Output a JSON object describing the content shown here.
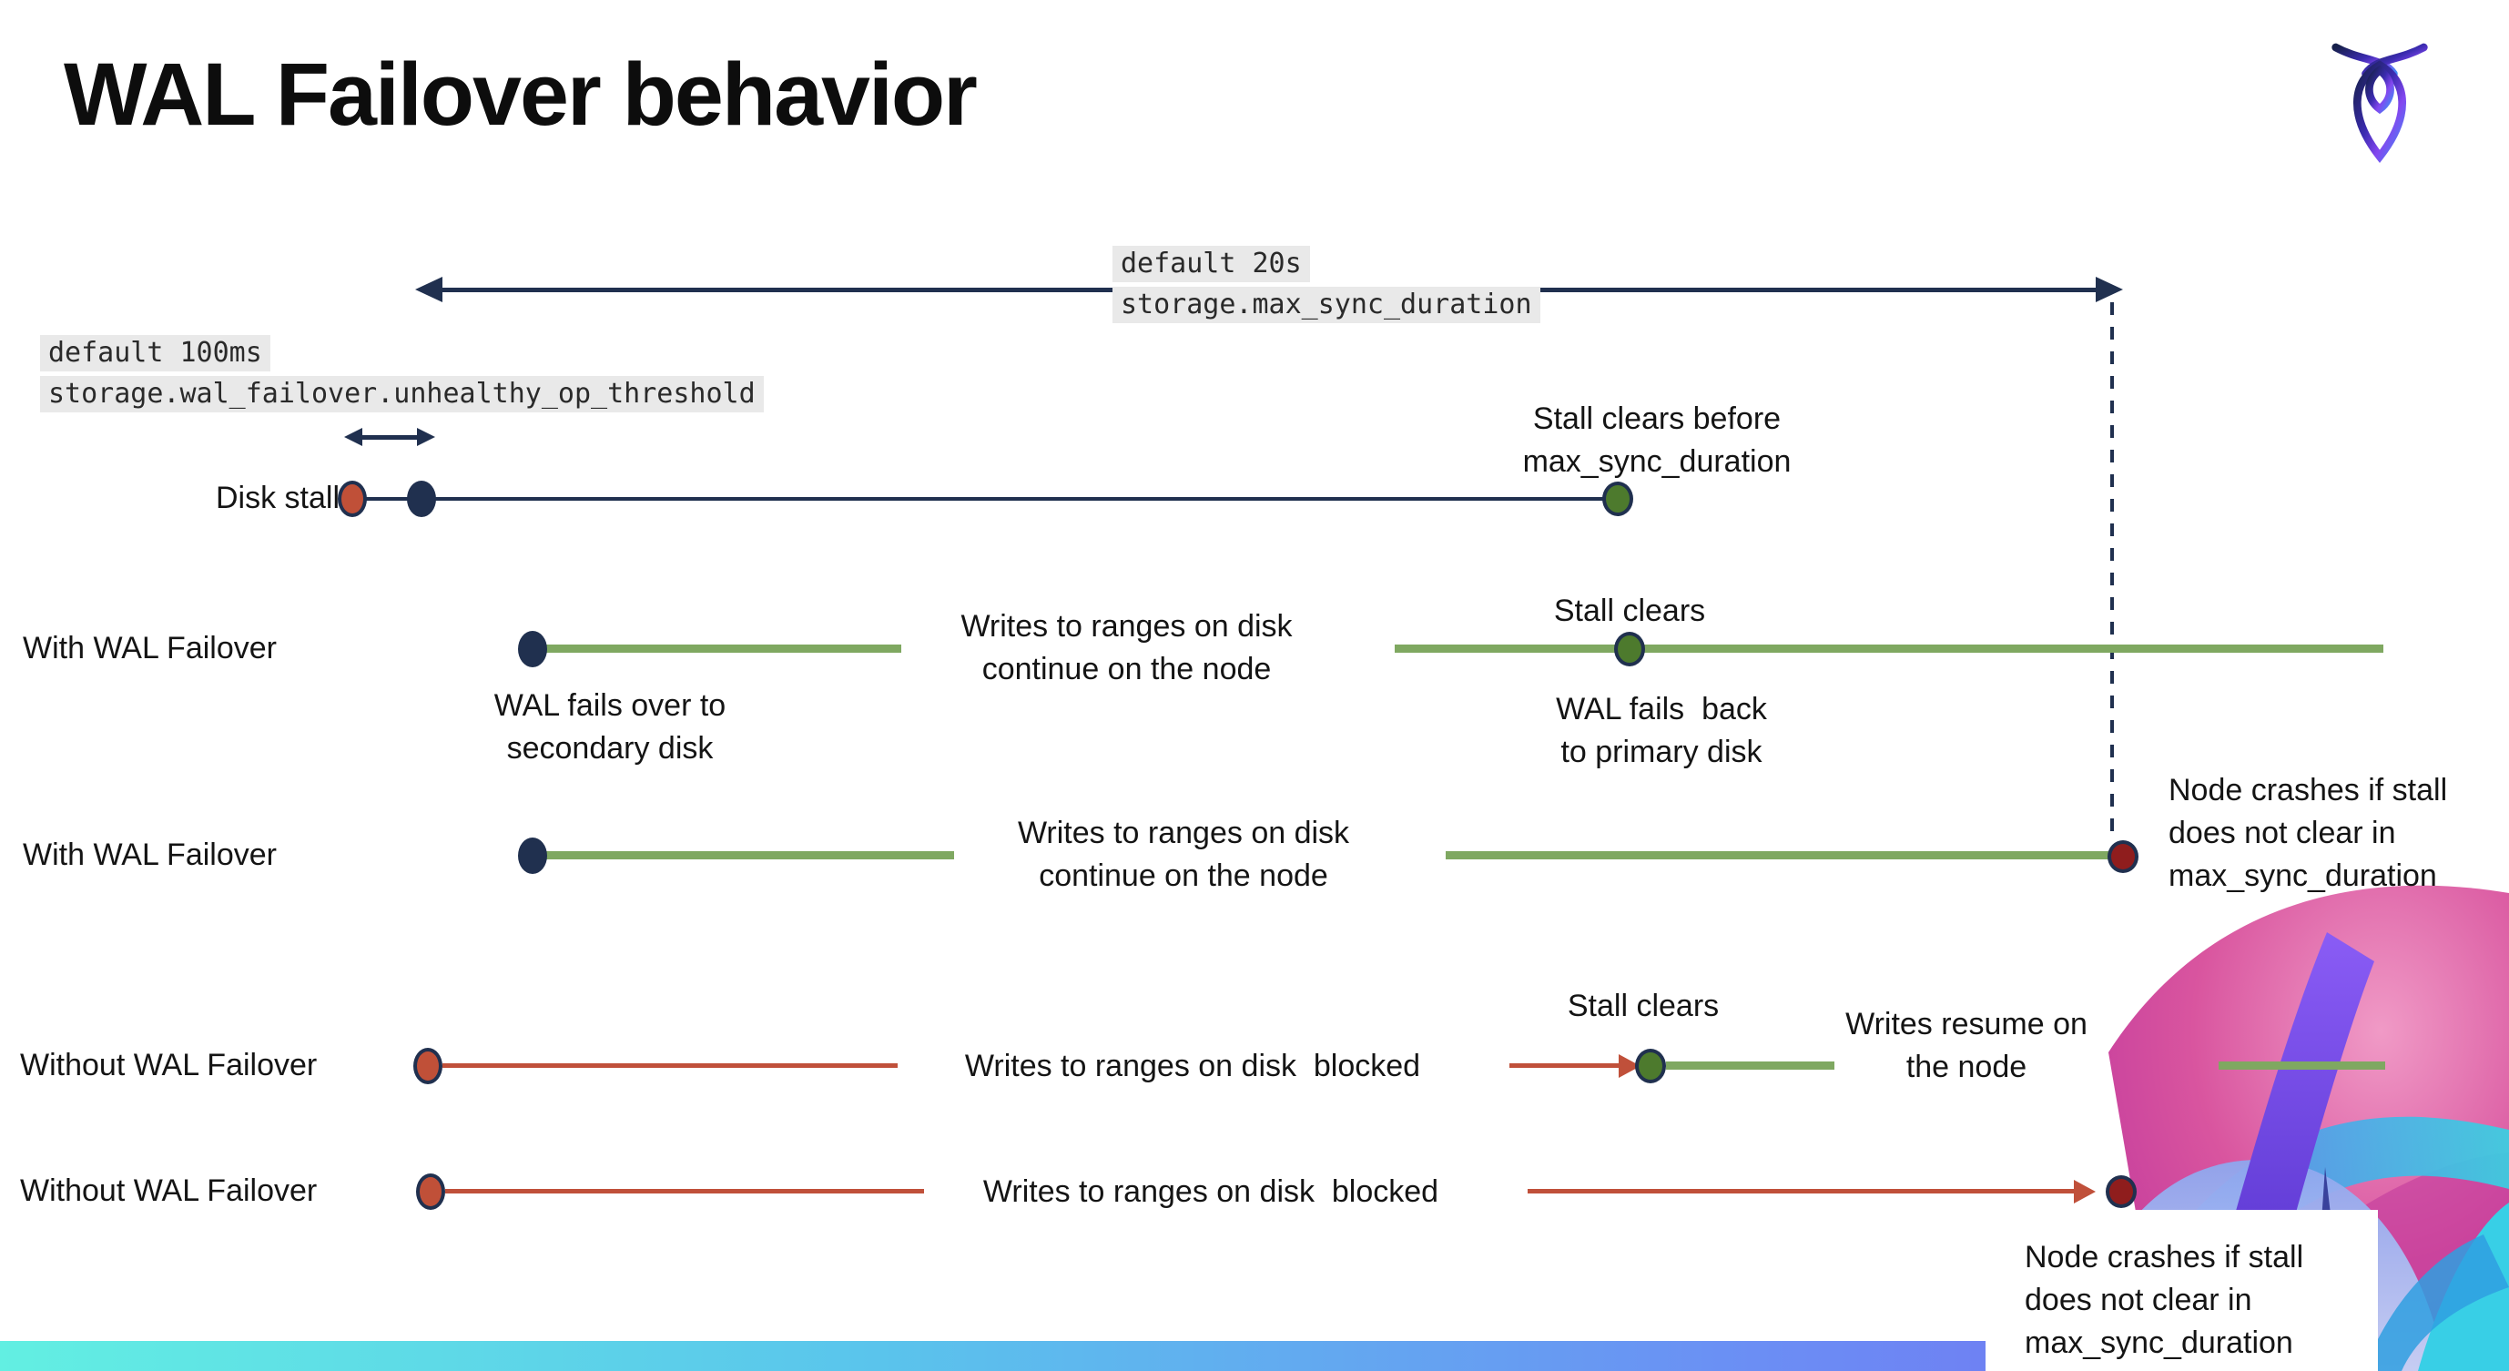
{
  "header": {
    "title": "WAL Failover behavior"
  },
  "icons": {
    "logo": "cockroachdb-insect-logo",
    "watermark": "cockroachdb-wing-watermark"
  },
  "settings": {
    "max_sync_duration": {
      "default_label": "default 20s",
      "setting_name": "storage.max_sync_duration"
    },
    "unhealthy_op_threshold": {
      "default_label": "default 100ms",
      "setting_name": "storage.wal_failover.unhealthy_op_threshold"
    }
  },
  "rows": [
    {
      "label": "Disk stalls"
    },
    {
      "label": "With WAL Failover"
    },
    {
      "label": "With WAL Failover"
    },
    {
      "label": "Without WAL Failover"
    },
    {
      "label": "Without WAL Failover"
    }
  ],
  "callouts": {
    "stall_clears_before": "Stall clears before\nmax_sync_duration",
    "wal_fails_over": "WAL fails over to\nsecondary disk",
    "writes_continue_1": "Writes to ranges on disk\ncontinue on the node",
    "stall_clears_1": "Stall clears",
    "wal_fails_back": "WAL fails  back\nto primary disk",
    "writes_continue_2": "Writes to ranges on disk\ncontinue on the node",
    "node_crashes_1": "Node crashes if stall\ndoes not clear in\nmax_sync_duration",
    "writes_blocked_1": "Writes to ranges on disk  blocked",
    "stall_clears_2": "Stall clears",
    "writes_resume": "Writes resume on\nthe node",
    "writes_blocked_2": "Writes to ranges on disk  blocked",
    "node_crashes_2": "Node crashes if stall\ndoes not clear in\nmax_sync_duration"
  },
  "colors": {
    "navy": "#20304f",
    "green_line": "#7fa861",
    "green_dot": "#4d7a2d",
    "red_line": "#c0503a",
    "red_dot": "#c05038",
    "dark_red": "#8f1d1d",
    "label_bg": "#e9e9e9",
    "bar_left": "#62efe2",
    "bar_right": "#7566f1"
  }
}
